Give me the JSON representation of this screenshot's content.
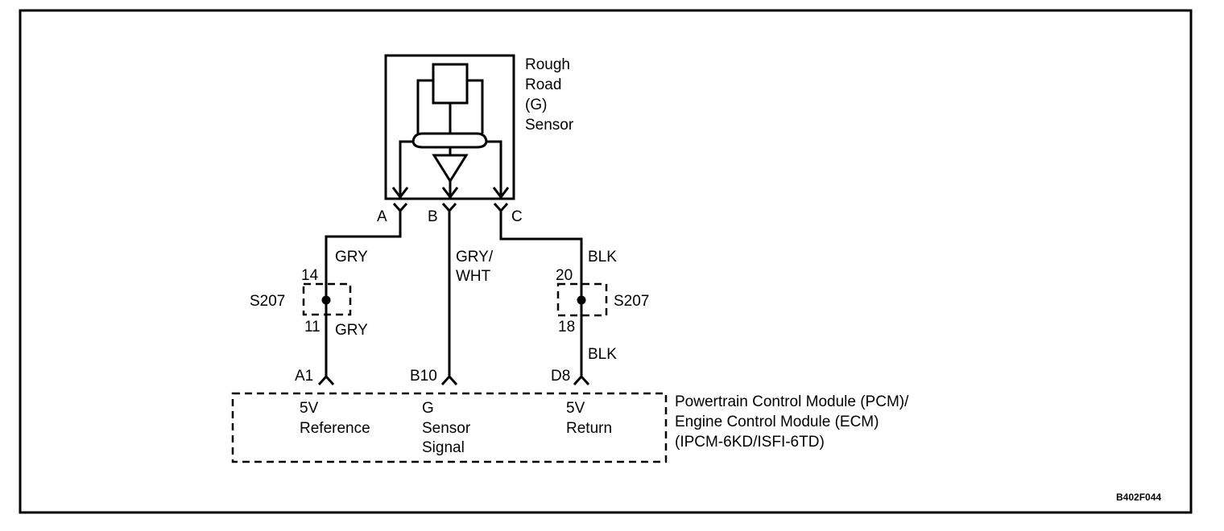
{
  "sensor": {
    "title_lines": [
      "Rough",
      "Road",
      "(G)",
      "Sensor"
    ],
    "pins": [
      "A",
      "B",
      "C"
    ]
  },
  "wires": [
    {
      "pin": "A",
      "color_upper": "GRY",
      "splice_top_pin": "14",
      "splice_bottom_pin": "11",
      "color_lower": "GRY",
      "splice": "S207",
      "module_pin": "A1",
      "function_lines": [
        "5V",
        "Reference"
      ]
    },
    {
      "pin": "B",
      "color_lines": [
        "GRY/",
        "WHT"
      ],
      "module_pin": "B10",
      "function_lines": [
        "G",
        "Sensor",
        "Signal"
      ]
    },
    {
      "pin": "C",
      "color_upper": "BLK",
      "splice_top_pin": "20",
      "splice_bottom_pin": "18",
      "color_lower": "BLK",
      "splice": "S207",
      "module_pin": "D8",
      "function_lines": [
        "5V",
        "Return"
      ]
    }
  ],
  "module": {
    "title_lines": [
      "Powertrain Control Module (PCM)/",
      "Engine Control Module (ECM)",
      "(IPCM-6KD/ISFI-6TD)"
    ]
  },
  "figure_id": "B402F044"
}
